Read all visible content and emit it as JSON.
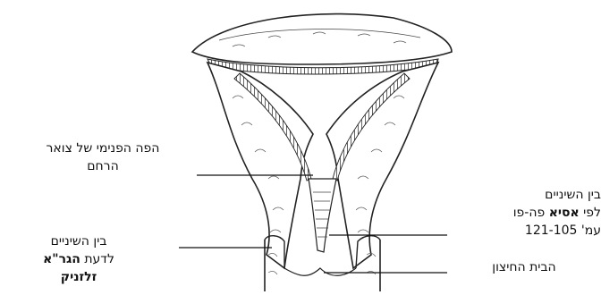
{
  "labels": {
    "inner_os_line1": "הפה הפנימי של צואר",
    "inner_os_line2": "הרחם",
    "between_left_line1": "בין השיניים",
    "between_left_prefix": "לדעת ",
    "between_left_bold1": "הגר\"א",
    "between_left_bold2": "זלזניק",
    "between_right_line1": "בין השיניים",
    "between_right_prefix": "לפי ",
    "between_right_bold": "אסיא",
    "between_right_suffix": " פה-פו",
    "between_right_line3": "עמ' 121-105",
    "outer_os": "הבית החיצון"
  }
}
